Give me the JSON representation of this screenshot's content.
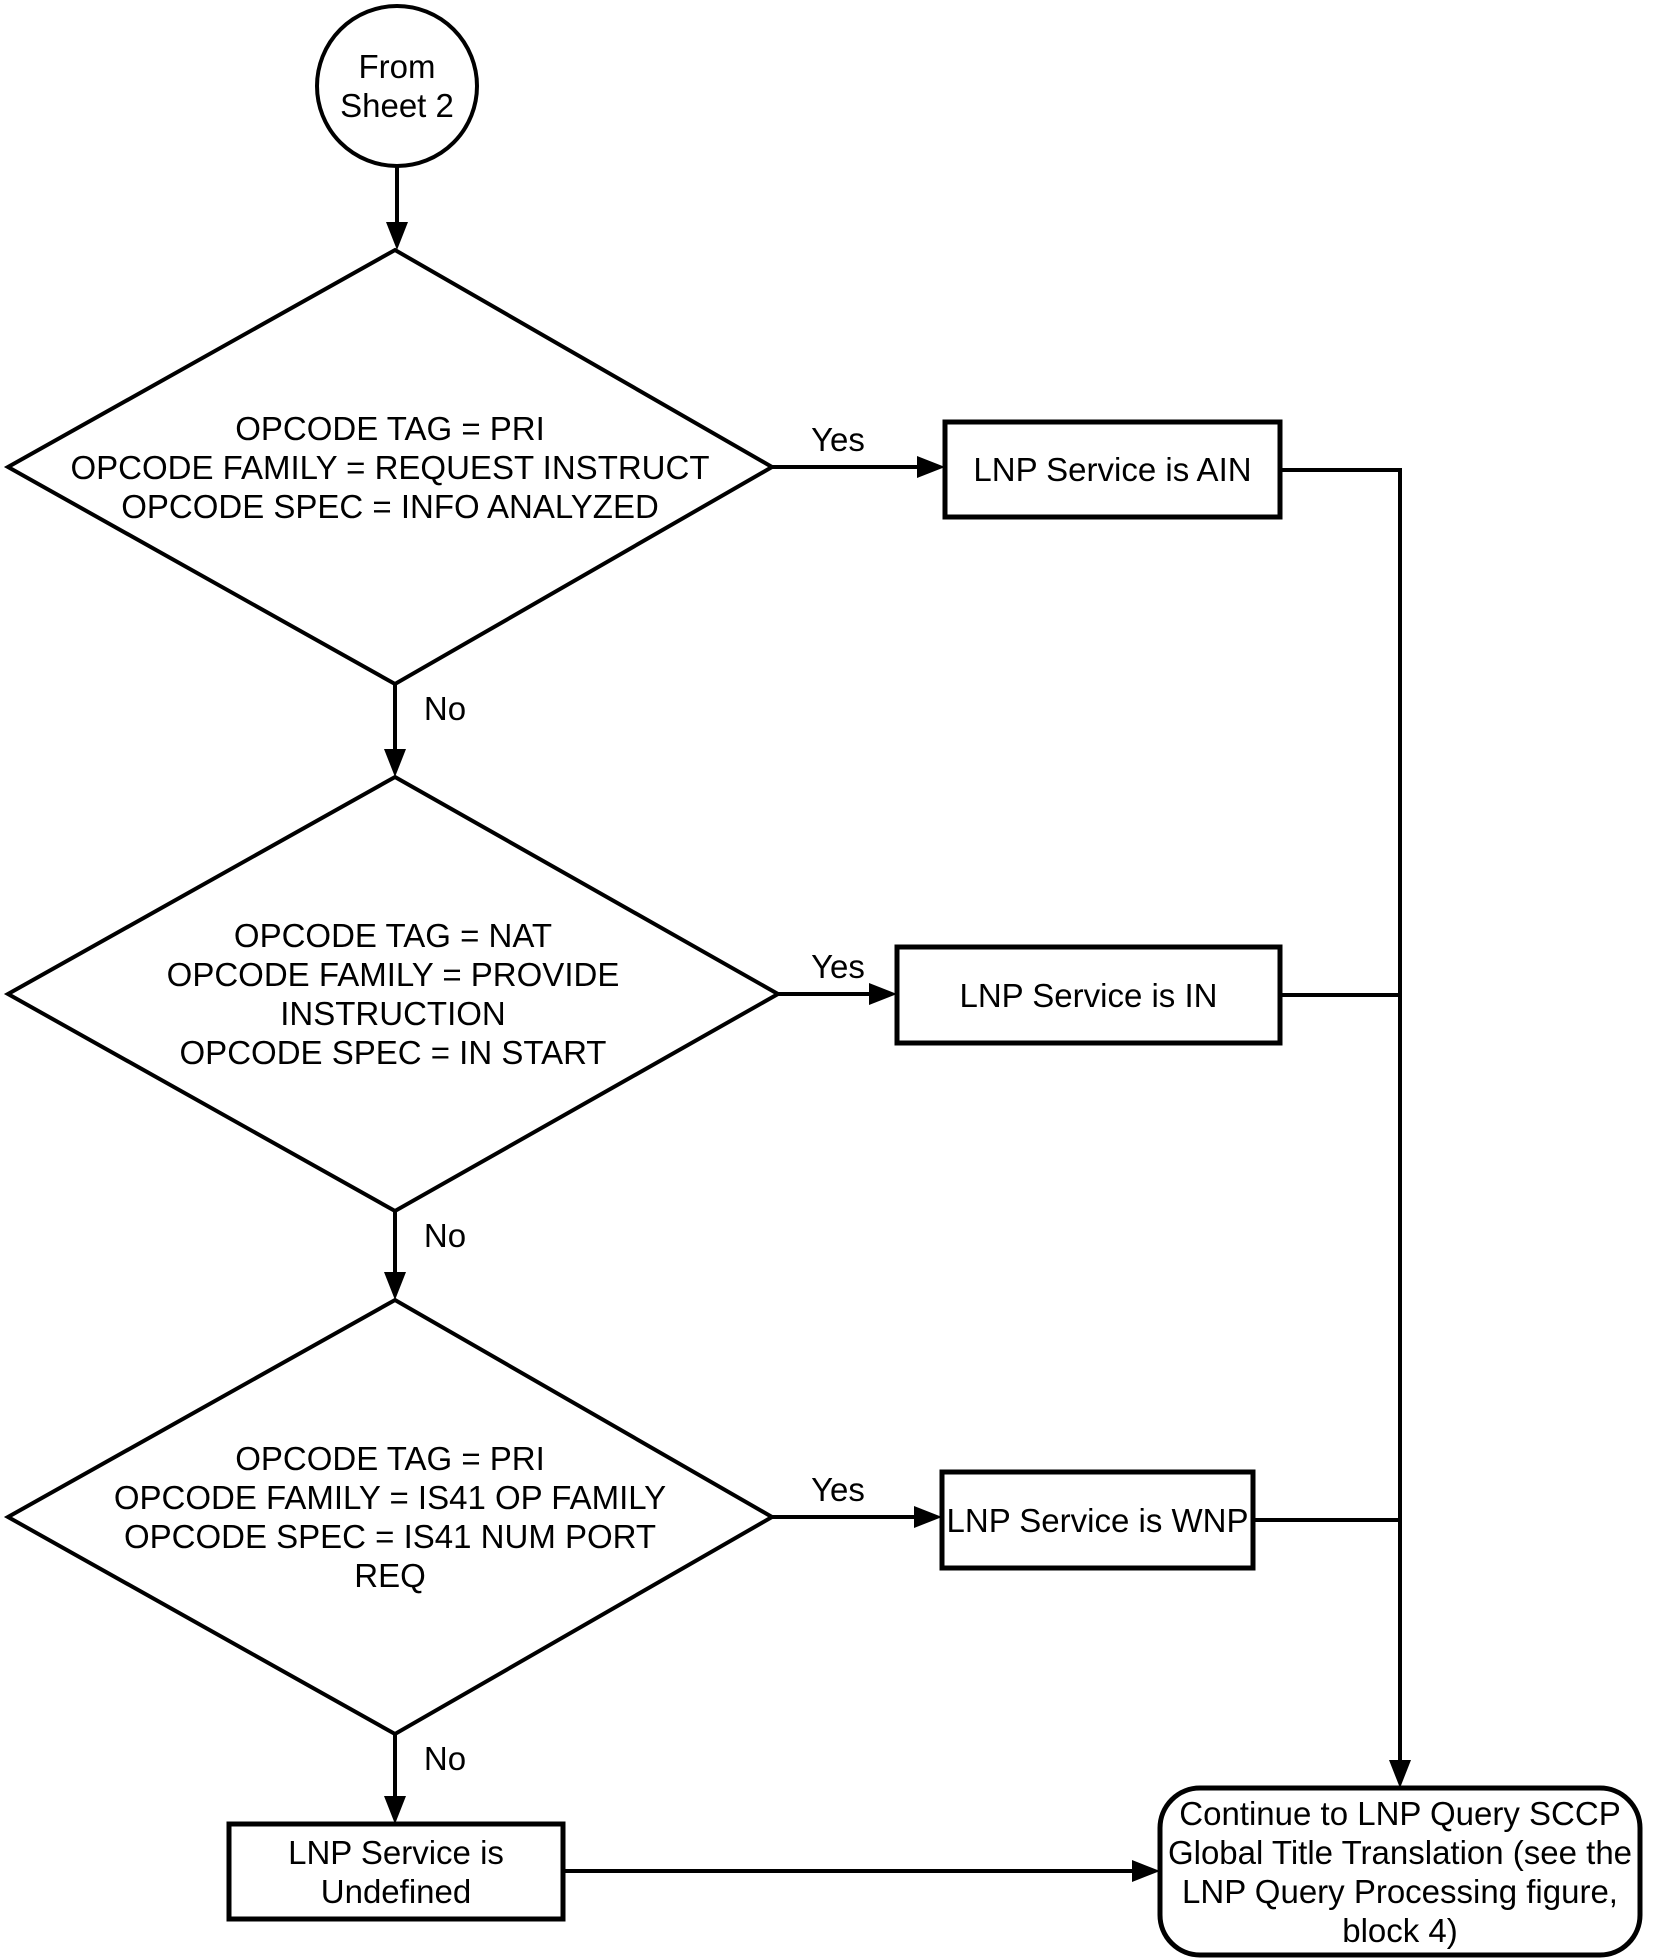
{
  "figure": {
    "type": "flowchart",
    "background_color": "#ffffff",
    "stroke_color": "#000000"
  },
  "nodes": {
    "start": {
      "shape": "circle",
      "lines": [
        "From",
        "Sheet 2"
      ]
    },
    "decision1": {
      "shape": "diamond",
      "lines": [
        "OPCODE TAG = PRI",
        "OPCODE FAMILY = REQUEST INSTRUCT",
        "OPCODE SPEC = INFO ANALYZED"
      ]
    },
    "process_ain": {
      "shape": "rect",
      "label": "LNP Service is AIN"
    },
    "decision2": {
      "shape": "diamond",
      "lines": [
        "OPCODE TAG = NAT",
        "OPCODE FAMILY = PROVIDE",
        "INSTRUCTION",
        "OPCODE SPEC = IN START"
      ]
    },
    "process_in": {
      "shape": "rect",
      "label": "LNP Service is IN"
    },
    "decision3": {
      "shape": "diamond",
      "lines": [
        "OPCODE TAG = PRI",
        "OPCODE FAMILY = IS41 OP FAMILY",
        "OPCODE SPEC = IS41 NUM PORT",
        "REQ"
      ]
    },
    "process_wnp": {
      "shape": "rect",
      "label": "LNP Service is WNP"
    },
    "process_undefined": {
      "shape": "rect",
      "lines": [
        "LNP Service is",
        "Undefined"
      ]
    },
    "terminal_continue": {
      "shape": "rounded-rect",
      "lines": [
        "Continue to LNP Query SCCP",
        "Global Title Translation (see the",
        "LNP Query Processing figure,",
        "block 4)"
      ]
    }
  },
  "edge_labels": {
    "yes1": "Yes",
    "no1": "No",
    "yes2": "Yes",
    "no2": "No",
    "yes3": "Yes",
    "no3": "No"
  }
}
